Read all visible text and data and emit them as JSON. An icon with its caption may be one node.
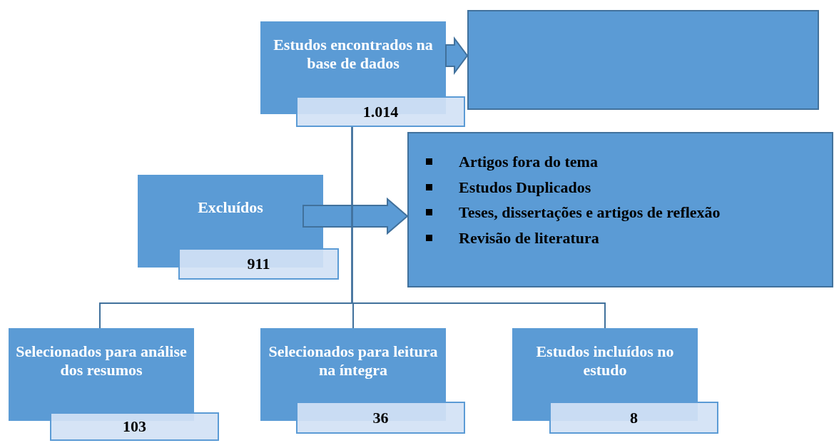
{
  "diagram": {
    "nodes": [
      {
        "text": [
          "Estudos encontrados na base de dados"
        ]
      },
      {
        "text": [
          "1.014"
        ]
      },
      {
        "text": [],
        "shape": "box"
      },
      {
        "text": [
          "Excluídos"
        ]
      },
      {
        "text": [
          "911"
        ]
      },
      {
        "text": [
          "Artigos fora do tema",
          "Estudos Duplicados",
          "Teses, dissertações e artigos de reflexão",
          "Revisão de literatura"
        ]
      },
      {
        "text": [
          "Selecionados para análise dos resumos"
        ]
      },
      {
        "text": [
          "103"
        ]
      },
      {
        "text": [
          "Selecionados para leitura na íntegra"
        ]
      },
      {
        "text": [
          "36"
        ]
      },
      {
        "text": [
          "Estudos incluídos no estudo"
        ]
      },
      {
        "text": [
          "8"
        ]
      }
    ],
    "edges": [
      {
        "from": 0,
        "to": 2,
        "arrow": "to",
        "style": "thick"
      },
      {
        "from": 3,
        "to": 5,
        "arrow": "to",
        "style": "thick"
      },
      {
        "from": 1,
        "to": 6,
        "arrow": "none"
      },
      {
        "from": 1,
        "to": 8,
        "arrow": "none"
      },
      {
        "from": 1,
        "to": 10,
        "arrow": "none"
      }
    ]
  }
}
